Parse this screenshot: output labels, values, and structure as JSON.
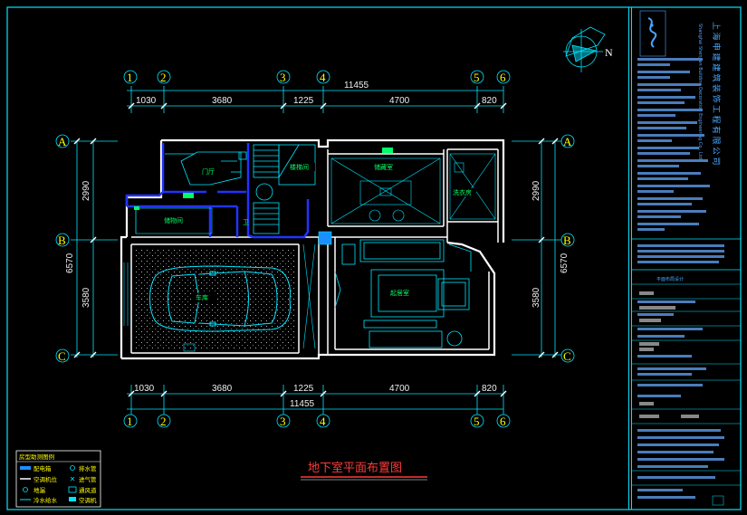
{
  "drawing": {
    "title": "地下室平面布置图",
    "north_label": "N",
    "overall_dimension": "11455",
    "top_dimensions": [
      "1030",
      "3680",
      "1225",
      "4700",
      "820"
    ],
    "bottom_dimensions": [
      "1030",
      "3680",
      "1225",
      "4700",
      "820"
    ],
    "bottom_overall_dimension": "11455",
    "left_dimensions": [
      "2990",
      "3580"
    ],
    "left_overall_dimension": "6570",
    "right_dimensions": [
      "2990",
      "3580"
    ],
    "right_overall_dimension": "6570",
    "column_axes": [
      "1",
      "2",
      "3",
      "4",
      "5",
      "6"
    ],
    "row_axes": [
      "A",
      "B",
      "C"
    ],
    "rooms": {
      "foyer": "门厅",
      "stair": "楼梯间",
      "storage": "储物间",
      "laundry": "洗衣房",
      "wine": "储藏室",
      "garage": "车库",
      "lounge": "起居室",
      "wc": "卫"
    }
  },
  "title_block": {
    "company_cn": "上海申建建筑装饰工程有限公司",
    "company_en": "Shanghai ShenJian Building Decoration Engineering Co., Ltd.",
    "section_label": "平面布局设计"
  },
  "legend": {
    "title": "房型助测图例",
    "items": [
      "配电箱",
      "排水管",
      "空调机位",
      "进气管",
      "地漏",
      "通风道",
      "冷水给水",
      "空调机"
    ]
  },
  "colors": {
    "background": "#000000",
    "wall": "#ffffff",
    "cyan": "#00e5ff",
    "blue": "#2233ff",
    "yellow": "#ffff00",
    "green": "#00ff66",
    "title_red": "#ff3a3a"
  }
}
